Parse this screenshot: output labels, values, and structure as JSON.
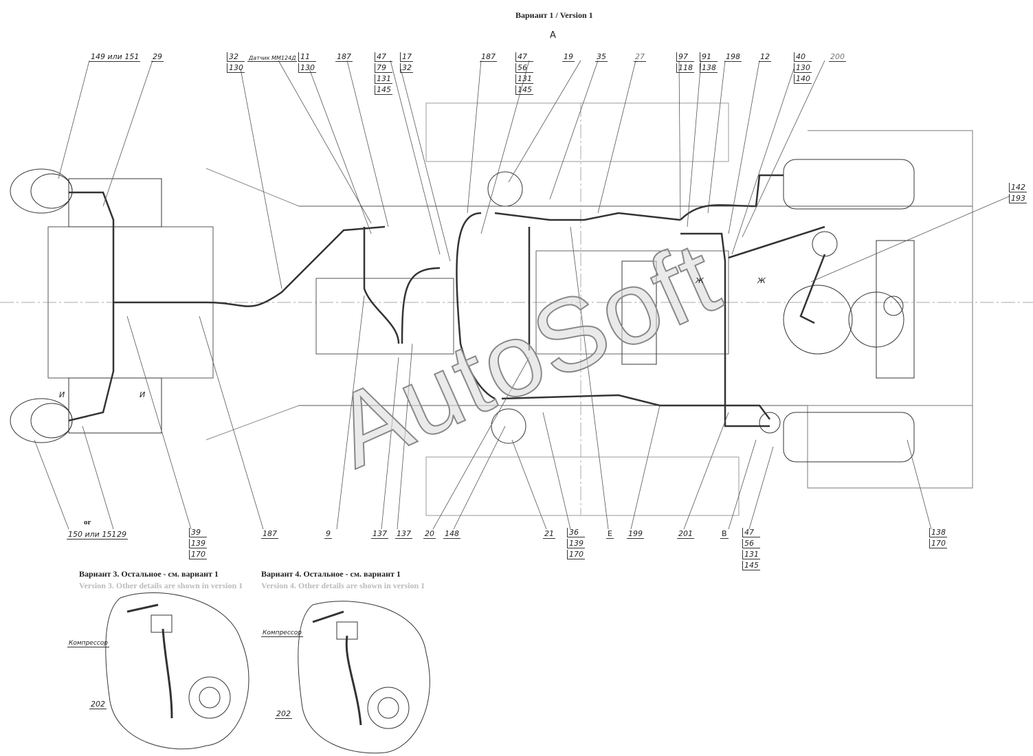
{
  "title": "Вариант 1 / Version 1",
  "view_label": "А",
  "watermark": "AutoSoft",
  "top_callouts": [
    {
      "lines": [
        "149 или 151"
      ]
    },
    {
      "lines": [
        "29"
      ]
    },
    {
      "lines": [
        "32",
        "130"
      ]
    },
    {
      "lines": [
        "Датчик ММ124Д"
      ]
    },
    {
      "lines": [
        "11",
        "130"
      ]
    },
    {
      "lines": [
        "187"
      ]
    },
    {
      "lines": [
        "47",
        "79",
        "131",
        "145"
      ]
    },
    {
      "lines": [
        "17",
        "32"
      ]
    },
    {
      "lines": [
        "187"
      ]
    },
    {
      "lines": [
        "47",
        "56",
        "131",
        "145"
      ]
    },
    {
      "lines": [
        "19"
      ]
    },
    {
      "lines": [
        "35"
      ]
    },
    {
      "lines": [
        "27"
      ]
    },
    {
      "lines": [
        "97",
        "118"
      ]
    },
    {
      "lines": [
        "91",
        "138"
      ]
    },
    {
      "lines": [
        "198"
      ]
    },
    {
      "lines": [
        "12"
      ]
    },
    {
      "lines": [
        "40",
        "130",
        "140"
      ]
    },
    {
      "lines": [
        "200"
      ]
    },
    {
      "lines": [
        "142",
        "193"
      ]
    }
  ],
  "bottom_callouts": [
    {
      "lines": [
        "150 или 151"
      ],
      "prefix": "or"
    },
    {
      "lines": [
        "29"
      ]
    },
    {
      "lines": [
        "39",
        "139",
        "170"
      ]
    },
    {
      "lines": [
        "187"
      ]
    },
    {
      "lines": [
        "9"
      ]
    },
    {
      "lines": [
        "137"
      ]
    },
    {
      "lines": [
        "137"
      ]
    },
    {
      "lines": [
        "20"
      ]
    },
    {
      "lines": [
        "148"
      ]
    },
    {
      "lines": [
        "21"
      ]
    },
    {
      "lines": [
        "36",
        "139",
        "170"
      ]
    },
    {
      "lines": [
        "Е"
      ]
    },
    {
      "lines": [
        "199"
      ]
    },
    {
      "lines": [
        "201"
      ]
    },
    {
      "lines": [
        "В"
      ]
    },
    {
      "lines": [
        "47",
        "56",
        "131",
        "145"
      ]
    },
    {
      "lines": [
        "138",
        "170"
      ]
    }
  ],
  "section_marks": {
    "zh": "Ж",
    "i": "И"
  },
  "variant3": {
    "title_ru": "Вариант 3. Остальное - см. вариант 1",
    "title_en": "Version 3. Other details are shown in version 1",
    "compressor": "Компрессор",
    "part": "202"
  },
  "variant4": {
    "title_ru": "Вариант 4. Остальное - см. вариант 1",
    "title_en": "Version 4. Other details are shown in version 1",
    "compressor": "Компрессор",
    "part": "202"
  }
}
